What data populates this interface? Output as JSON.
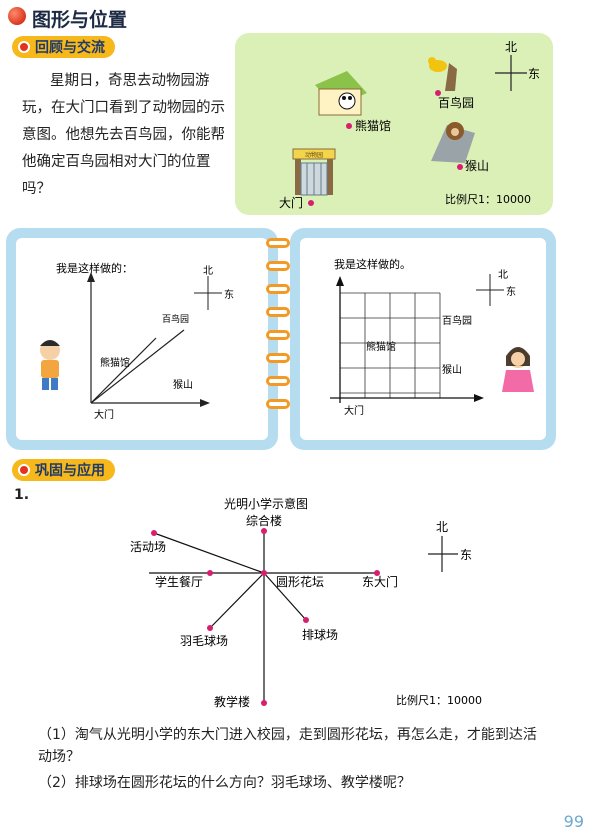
{
  "header": {
    "title": "图形与位置"
  },
  "sections": {
    "review": "回顾与交流",
    "practice": "巩固与应用"
  },
  "story": {
    "text": "星期日，奇思去动物园游玩，在大门口看到了动物园的示意图。他想先去百鸟园，你能帮他确定百鸟园相对大门的位置吗？"
  },
  "zoo_map": {
    "compass_north": "北",
    "compass_east": "东",
    "bird_garden": "百鸟园",
    "panda_house": "熊猫馆",
    "monkey_hill": "猴山",
    "gate": "大门",
    "gate_sign": "动物园",
    "scale": "比例尺1：10000"
  },
  "left_notebook": {
    "heading": "我是这样做的：",
    "north": "北",
    "east": "东",
    "bird_garden": "百鸟园",
    "panda_house": "熊猫馆",
    "monkey_hill": "猴山",
    "gate": "大门"
  },
  "right_notebook": {
    "heading": "我是这样做的。",
    "north": "北",
    "east": "东",
    "panda_house": "熊猫馆",
    "bird_garden": "百鸟园",
    "monkey_hill": "猴山",
    "gate": "大门"
  },
  "problem": {
    "number": "1.",
    "map_title": "光明小学示意图",
    "north": "北",
    "east": "东",
    "labels": {
      "complex": "综合楼",
      "activity": "活动场",
      "canteen": "学生餐厅",
      "garden": "圆形花坛",
      "east_gate": "东大门",
      "badminton": "羽毛球场",
      "volleyball": "排球场",
      "teaching": "教学楼"
    },
    "scale": "比例尺1：10000",
    "q1": "（1）淘气从光明小学的东大门进入校园，走到圆形花坛，再怎么走，才能到达活动场？",
    "q2": "（2）排球场在圆形花坛的什么方向？羽毛球场、教学楼呢？"
  },
  "page_number": "99",
  "colors": {
    "accent": "#f7b81b",
    "notebook": "#b6dcf0",
    "zoo_bg": "#dbf0b7",
    "ring": "#f29a23",
    "point": "#d81e6e"
  }
}
